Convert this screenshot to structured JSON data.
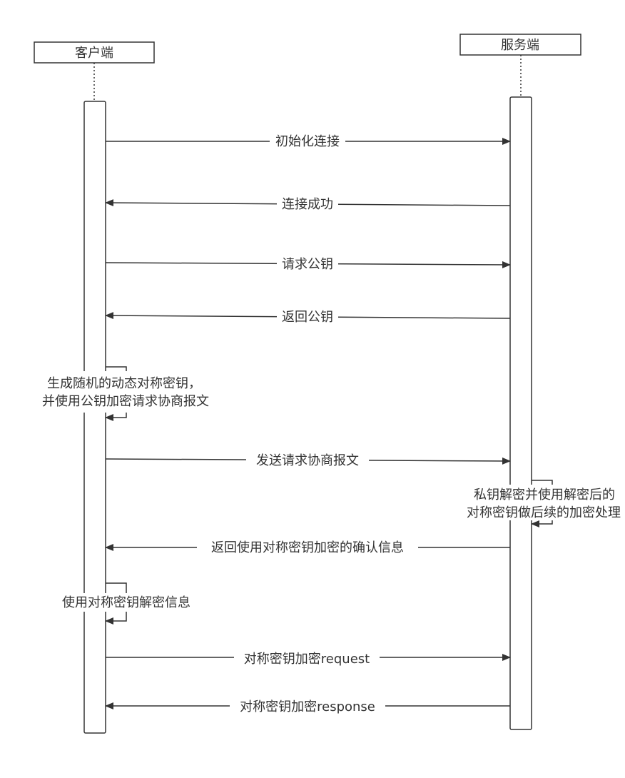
{
  "participants": {
    "client": {
      "label": "客户端"
    },
    "server": {
      "label": "服务端"
    }
  },
  "messages": [
    {
      "label": "初始化连接",
      "direction": "client-to-server"
    },
    {
      "label": "连接成功",
      "direction": "server-to-client"
    },
    {
      "label": "请求公钥",
      "direction": "client-to-server"
    },
    {
      "label": "返回公钥",
      "direction": "server-to-client"
    },
    {
      "label": "发送请求协商报文",
      "direction": "client-to-server"
    },
    {
      "label": "返回使用对称密钥加密的确认信息",
      "direction": "server-to-client"
    },
    {
      "label": "对称密钥加密request",
      "direction": "client-to-server"
    },
    {
      "label": "对称密钥加密response",
      "direction": "server-to-client"
    }
  ],
  "self_messages": [
    {
      "participant": "client",
      "lines": [
        "生成随机的动态对称密钥，",
        "并使用公钥加密请求协商报文"
      ]
    },
    {
      "participant": "server",
      "lines": [
        "私钥解密并使用解密后的",
        "对称密钥做后续的加密处理"
      ]
    },
    {
      "participant": "client",
      "lines": [
        "使用对称密钥解密信息"
      ]
    }
  ],
  "colors": {
    "line": "#333333",
    "text": "#333333",
    "box_border": "#333333",
    "background": "#ffffff"
  }
}
